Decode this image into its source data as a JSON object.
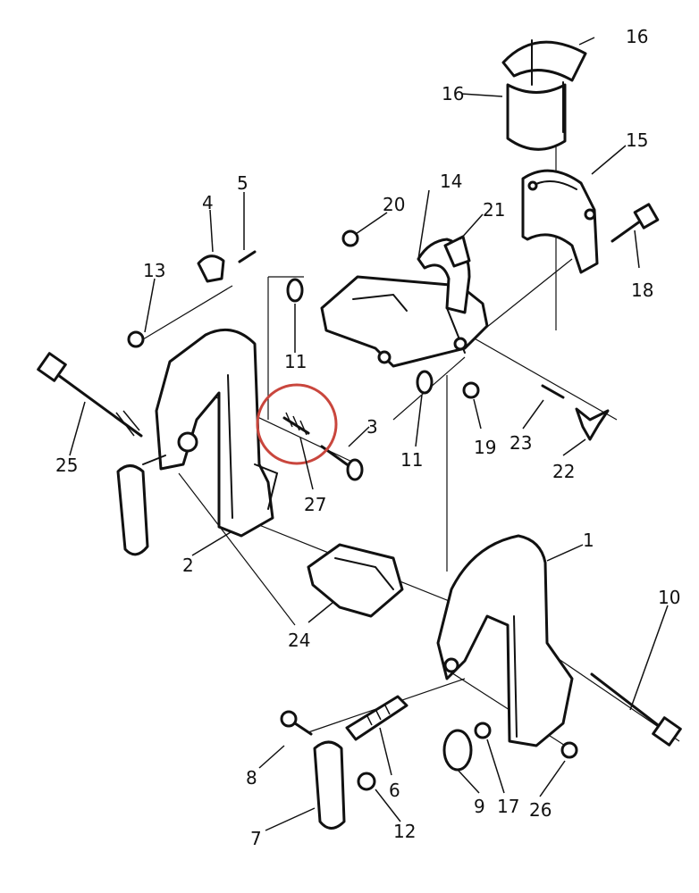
{
  "diagram": {
    "highlight_color": "#c9463d",
    "line_color": "#111111",
    "background": "#ffffff",
    "callouts": {
      "p1": "1",
      "p2": "2",
      "p3": "3",
      "p4": "4",
      "p5": "5",
      "p6": "6",
      "p7": "7",
      "p8": "8",
      "p9": "9",
      "p10": "10",
      "p11a": "11",
      "p11b": "11",
      "p12": "12",
      "p13": "13",
      "p14": "14",
      "p15": "15",
      "p16a": "16",
      "p16b": "16",
      "p17": "17",
      "p18": "18",
      "p19": "19",
      "p20": "20",
      "p21": "21",
      "p22": "22",
      "p23": "23",
      "p24": "24",
      "p25": "25",
      "p26": "26",
      "p27": "27"
    },
    "highlighted_part": "27"
  }
}
